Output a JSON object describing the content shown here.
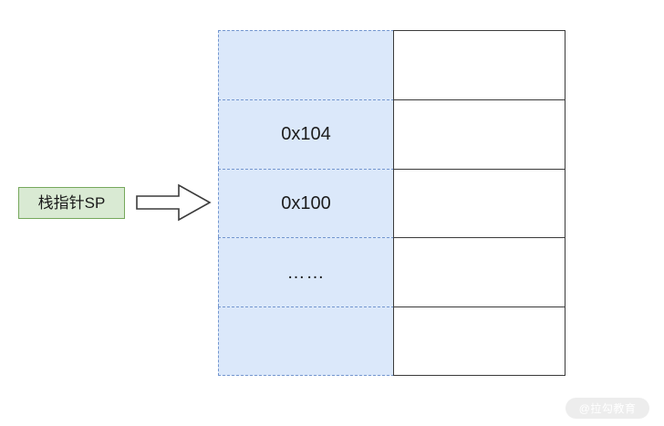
{
  "diagram": {
    "title": "stack-pointer-memory-layout",
    "pointer_label": {
      "text": "栈指针SP",
      "fill_color": "#d9ead3",
      "border_color": "#76a85c"
    },
    "arrow": {
      "icon": "right-block-arrow-icon",
      "fill_color": "#ffffff",
      "stroke_color": "#3b3b3b"
    },
    "memory_table": {
      "address_column": {
        "fill_color": "#dbe8fa",
        "border_color": "#7396cf",
        "border_style": "dashed"
      },
      "value_column": {
        "fill_color": "#ffffff",
        "border_color": "#3b3b3b",
        "border_style": "solid"
      },
      "rows": [
        {
          "address": "",
          "value": ""
        },
        {
          "address": "0x104",
          "value": ""
        },
        {
          "address": "0x100",
          "value": ""
        },
        {
          "address": "……",
          "value": ""
        },
        {
          "address": "",
          "value": ""
        }
      ]
    },
    "watermark": {
      "text": "@拉勾教育",
      "background_color": "#ededed",
      "text_color": "#ffffff"
    }
  }
}
